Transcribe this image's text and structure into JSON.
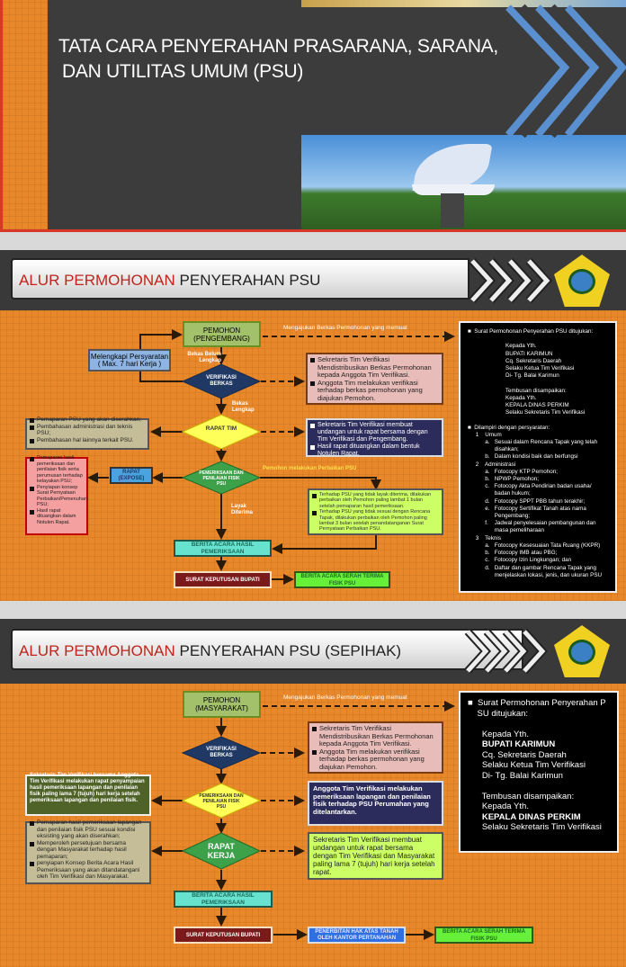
{
  "banner": {
    "title_line1": "TATA CARA PENYERAHAN PRASARANA, SARANA,",
    "title_line2": "DAN UTILITAS UMUM (PSU)"
  },
  "colors": {
    "orange": "#e9882a",
    "accent_red": "#c0241c",
    "navy": "#1f3864"
  },
  "section1": {
    "header_red": "ALUR PERMOHONAN",
    "header_dark": " PENYERAHAN PSU",
    "pemohon": "PEMOHON (PENGEMBANG)",
    "submit_label": "Mengajukan Berkas Permohonan yang memuat",
    "melengkapi": "Melengkapi Persyaratan ( Max. 7 hari Kerja )",
    "belum_lengkap": "Bekas Belum Lengkap",
    "verifikasi": "VERIFIKASI BERKAS",
    "lengkap": "Bekas Lengkap",
    "rapat_tim": "RAPAT TIM",
    "pemeriksaan": "PEMERIKSAAN DAN PENILAIAN FISIK PSU",
    "perbaikan_label": "Pemohon melakukan Perbaikan PSU",
    "layak": "Layak Diterima",
    "rapat_expose": "RAPAT (EXPOSE)",
    "berita_acara": "BERITA ACARA HASIL PEMERIKSAAN",
    "sk_bupati": "SURAT KEPUTUSAN BUPATI",
    "serah_terima": "BERITA ACARA SERAH TERIMA FISIK PSU",
    "pink_items": [
      "Sekretaris Tim Verifikasi Mendistribusikan Berkas Permohonan kepada Anggota Tim Verifikasi.",
      "Anggota Tim melakukan verifikasi terhadap berkas permohonan yang diajukan Pemohon."
    ],
    "navy_items": [
      "Sekretaris Tim Verifikasi membuat undangan untuk rapat bersama dengan Tim Verifikasi dan Pengembang.",
      "Hasil rapat dituangkan dalam bentuk Notulen Rapat."
    ],
    "gray_items": [
      "Pemaparan PSU yang akan diserahkan;",
      "Pembahasan administrasi dan teknis PSU;",
      "Pembahasan hal lainnya terkait PSU."
    ],
    "red_items": [
      "Pemaparan hasil pemeriksaan dan penilaian fisik serta perumusan terhadap kelayakan PSU;",
      "Penyiapan konsep Surat Pernyataan Perbaikan/Pemenuhan PSU;",
      "Hasil rapat dituangkan dalam Notulen Rapat."
    ],
    "green_items": [
      "Terhadap PSU yang tidak layak diterima, dilakukan perbaikan oleh Pemohon paling lambat 1 bulan setelah pemaparan hasil pemeriksaan.",
      "Terhadap PSU yang tidak sesuai dengan Rencana Tapak, dilakukan perbaikan oleh Pemohon paling lambat 3 bulan setelah penandatanganan Surat Pernyataan Perbaikan PSU."
    ],
    "black_lines": [
      {
        "t": "■  Surat Permohonan Penyerahan PSU ditujukan:",
        "c": ""
      },
      {
        "t": "",
        "c": ""
      },
      {
        "t": "                        Kepada Yth.",
        "c": ""
      },
      {
        "t": "                        BUPATI KARIMUN",
        "c": ""
      },
      {
        "t": "                        Cq. Sekretaris Daerah",
        "c": ""
      },
      {
        "t": "                        Selaku Ketua Tim Verifikasi",
        "c": ""
      },
      {
        "t": "                        Di- Tg. Balai Karimun",
        "c": ""
      },
      {
        "t": "",
        "c": ""
      },
      {
        "t": "                        Tembusan disampaikan:",
        "c": ""
      },
      {
        "t": "                        Kepada Yth.",
        "c": ""
      },
      {
        "t": "                        KEPALA DINAS PERKIM",
        "c": ""
      },
      {
        "t": "                        Selaku Sekretaris Tim Verifikasi",
        "c": ""
      },
      {
        "t": "",
        "c": ""
      },
      {
        "t": "■  Dilampiri dengan persyaratan:",
        "c": ""
      },
      {
        "t": "     1    Umum",
        "c": ""
      },
      {
        "t": "           a.   Sesuai dalam Rencana Tapak yang telah",
        "c": ""
      },
      {
        "t": "                 disahkan;",
        "c": ""
      },
      {
        "t": "           b.   Dalam kondisi baik dan berfungsi",
        "c": ""
      },
      {
        "t": "     2    Administrasi",
        "c": ""
      },
      {
        "t": "           a.   Fotocopy KTP Pemohon;",
        "c": ""
      },
      {
        "t": "           b.   NPWP Pemohon;",
        "c": ""
      },
      {
        "t": "           c.   Fotocopy Akta Pendirian badan usaha/",
        "c": ""
      },
      {
        "t": "                 badan hukum;",
        "c": ""
      },
      {
        "t": "           d.   Fotocopy SPPT PBB tahun terakhir;",
        "c": ""
      },
      {
        "t": "           e.   Fotocopy Sertifikat Tanah atas nama",
        "c": ""
      },
      {
        "t": "                 Pengembang;",
        "c": ""
      },
      {
        "t": "           f.    Jadwal penyelesaian pembangunan dan",
        "c": ""
      },
      {
        "t": "                 masa pemeliharaan",
        "c": ""
      },
      {
        "t": "     3    Teknis",
        "c": ""
      },
      {
        "t": "           a.   Fotocopy Kesesuaian Tata Ruang (KKPR)",
        "c": ""
      },
      {
        "t": "           b.   Fotocopy IMB atau PBG;",
        "c": ""
      },
      {
        "t": "           c.   Fotocopy Izin Lingkungan; dan",
        "c": ""
      },
      {
        "t": "           d.   Daftar dan gambar Rencana Tapak yang",
        "c": ""
      },
      {
        "t": "                 menjelaskan lokasi, jenis, dan ukuran PSU",
        "c": ""
      }
    ]
  },
  "section2": {
    "header_red": "ALUR PERMOHONAN",
    "header_dark": " PENYERAHAN PSU (SEPIHAK)",
    "pemohon": "PEMOHON (MASYARAKAT)",
    "submit_label": "Mengajukan Berkas Permohonan yang memuat",
    "verifikasi": "VERIFIKASI BERKAS",
    "pemeriksaan": "PEMERIKSAAN DAN PENILAIAN FISIK PSU",
    "rapat_kerja": "RAPAT KERJA",
    "berita_acara": "BERITA ACARA HASIL PEMERIKSAAN",
    "sk_bupati": "SURAT KEPUTUSAN BUPATI",
    "hak_tanah": "PENERBITAN HAK ATAS TANAH OLEH KANTOR PERTANAHAN",
    "serah_terima": "BERITA ACARA SERAH TERIMA FISIK PSU",
    "pink_items": [
      "Sekretaris Tim Verifikasi Mendistribusikan Berkas Permohonan kepada Anggota Tim Verifikasi.",
      "Anggota Tim melakukan verifikasi terhadap berkas permohonan yang diajukan Pemohon."
    ],
    "navy_text": "Anggota Tim Verifikasi melakukan pemeriksaan lapangan dan penilaian fisik terhadap PSU Perumahan yang ditelantarkan.",
    "green_text": "Sekretaris Tim Verifikasi membuat undangan untuk rapat bersama dengan Tim Verifikasi dan Masyarakat paling lama 7 (tujuh) hari kerja setelah rapat.",
    "darkgreen_text": "Sekretaris Tim Verifikasi bersama Anggota Tim Verifikasi melakukan rapat penyampaian hasil pemeriksaan lapangan dan penilaian fisik paling lama 7 (tujuh) hari kerja setelah pemeriksaan lapangan dan penilaian fisik.",
    "gray_items": [
      "Pemaparan hasil pemeriksaan lapangan dan penilaian fisik PSU sesuai kondisi eksisting yang akan diserahkan;",
      "Memperoleh persetujuan bersama dengan Masyarakat terhadap hasil pemaparan;",
      "penyiapan Konsep Berita Acara Hasil Pemeriksaan yang akan ditandatangani oleh Tim Verifikasi dan Masyarakat."
    ],
    "black_lines": [
      {
        "t": "■  Surat Permohonan Penyerahan P",
        "c": ""
      },
      {
        "t": "    SU ditujukan:",
        "c": ""
      },
      {
        "t": "",
        "c": ""
      },
      {
        "t": "      Kepada Yth.",
        "c": ""
      },
      {
        "t": "      BUPATI KARIMUN",
        "c": "b"
      },
      {
        "t": "      Cq. Sekretaris Daerah",
        "c": ""
      },
      {
        "t": "      Selaku Ketua Tim Verifikasi",
        "c": ""
      },
      {
        "t": "      Di- Tg. Balai Karimun",
        "c": ""
      },
      {
        "t": "",
        "c": ""
      },
      {
        "t": "      Tembusan disampaikan:",
        "c": ""
      },
      {
        "t": "      Kepada Yth.",
        "c": ""
      },
      {
        "t": "      KEPALA DINAS PERKIM",
        "c": "b"
      },
      {
        "t": "      Selaku Sekretaris Tim Verifikasi",
        "c": ""
      }
    ]
  }
}
